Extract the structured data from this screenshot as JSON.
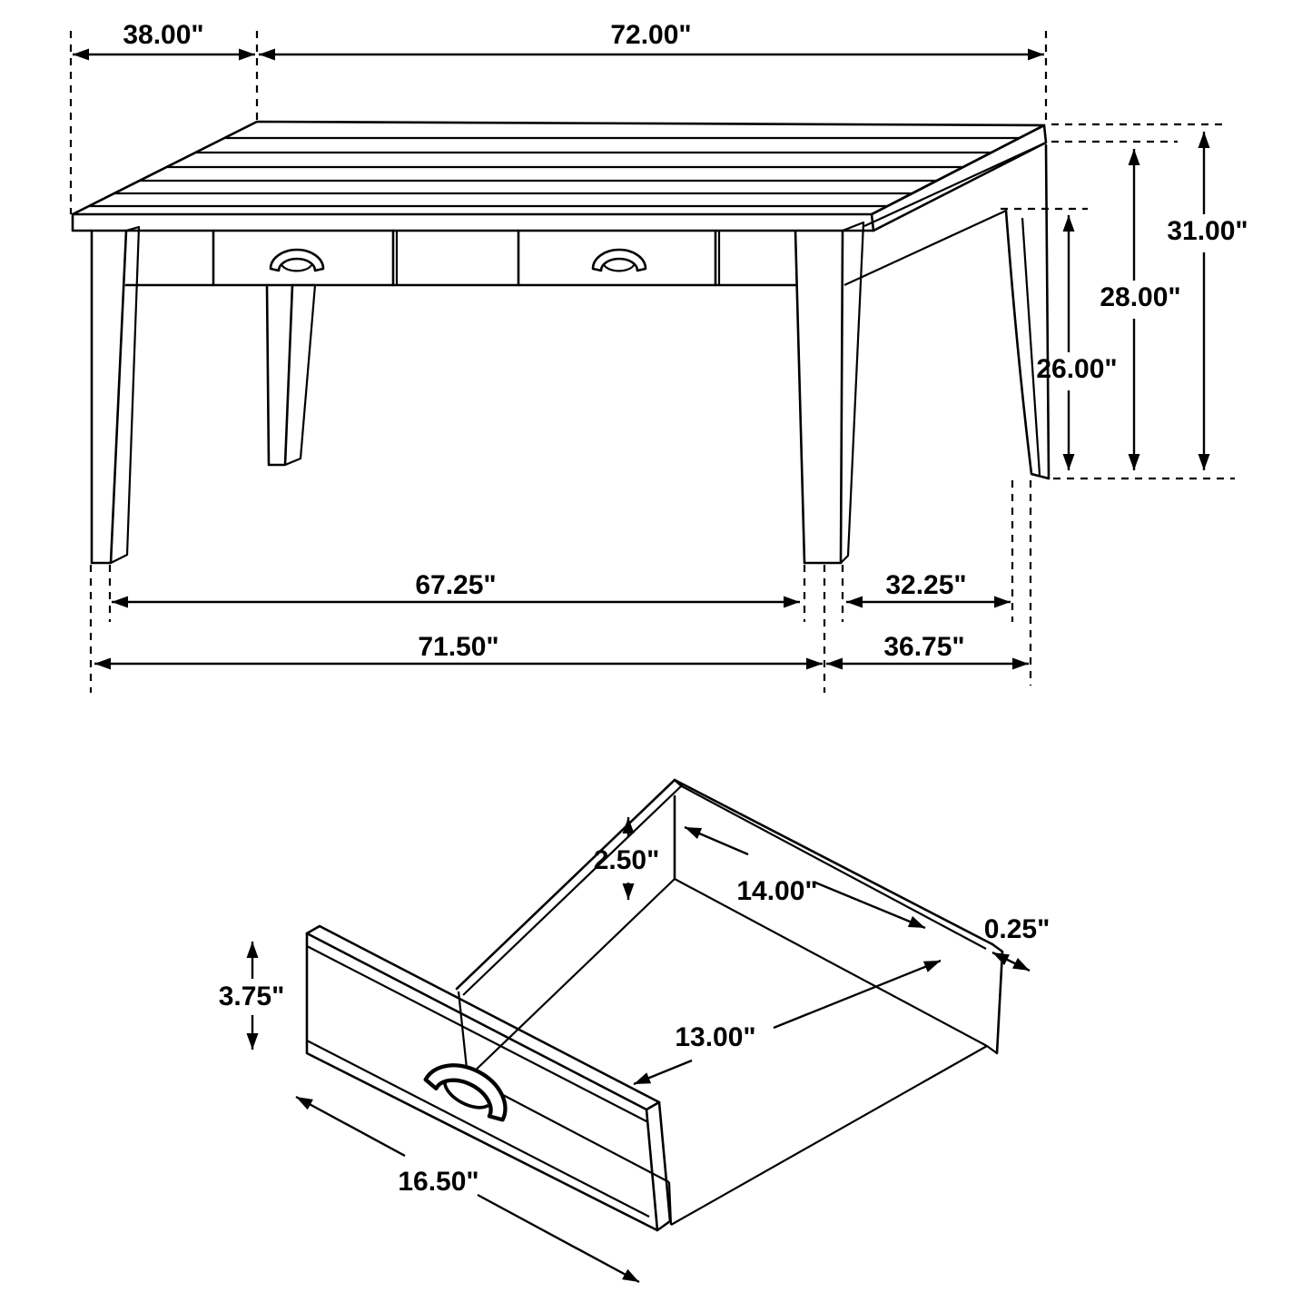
{
  "document": {
    "kind": "furniture dimension drawing",
    "views": [
      {
        "id": "table-view",
        "subject": "rectangular dining table with two front drawers and cup handles"
      },
      {
        "id": "drawer-view",
        "subject": "open storage drawer with cup handle"
      }
    ]
  },
  "colors": {
    "line": "#000000",
    "background": "#ffffff"
  },
  "dimensions": {
    "d38": {
      "label": "38.00\"",
      "measures": "tabletop depth (perspective)"
    },
    "d72": {
      "label": "72.00\"",
      "measures": "tabletop length"
    },
    "d31": {
      "label": "31.00\"",
      "measures": "floor to tabletop height"
    },
    "d28": {
      "label": "28.00\"",
      "measures": "floor to tabletop underside"
    },
    "d26": {
      "label": "26.00\"",
      "measures": "floor to apron clearance"
    },
    "d67": {
      "label": "67.25\"",
      "measures": "distance between front leg inner feet"
    },
    "d32": {
      "label": "32.25\"",
      "measures": "side leg spacing at floor"
    },
    "d71": {
      "label": "71.50\"",
      "measures": "overall length at floor"
    },
    "d36": {
      "label": "36.75\"",
      "measures": "overall side depth at floor"
    },
    "d250": {
      "label": "2.50\"",
      "measures": "drawer inner height"
    },
    "d14": {
      "label": "14.00\"",
      "measures": "drawer inner width"
    },
    "d025": {
      "label": "0.25\"",
      "measures": "drawer panel thickness"
    },
    "d375": {
      "label": "3.75\"",
      "measures": "drawer front height"
    },
    "d13": {
      "label": "13.00\"",
      "measures": "drawer inner depth"
    },
    "d165": {
      "label": "16.50\"",
      "measures": "drawer front width"
    }
  }
}
